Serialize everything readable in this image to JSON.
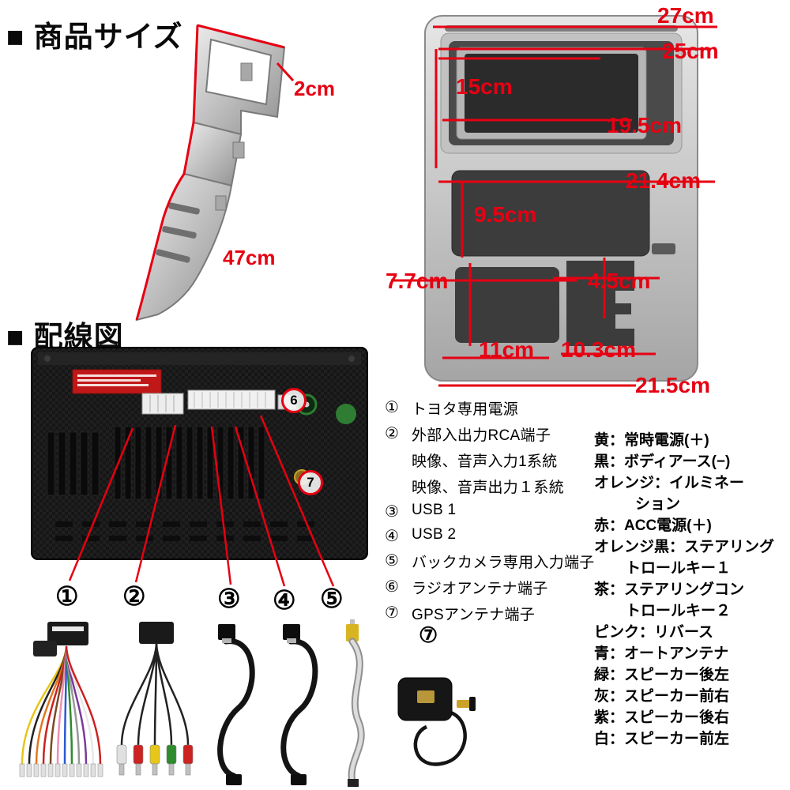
{
  "colors": {
    "accent_red": "#e60012",
    "panel_silver": "#c9c9c9"
  },
  "sections": {
    "size_title": "■ 商品サイズ",
    "wiring_title": "■ 配線図"
  },
  "side_dims": {
    "edge": "2cm",
    "length": "47cm"
  },
  "front_dims": {
    "outer_width": "27cm",
    "inner_width": "25cm",
    "screen_width": "15cm",
    "screen_diag": "19.5cm",
    "mid_width": "21.4cm",
    "mid_height": "9.5cm",
    "lower_left_height": "7.7cm",
    "shift_height": "4.5cm",
    "lower_left_width": "11cm",
    "shift_width": "10.3cm",
    "bottom_width": "21.5cm"
  },
  "wiring_callouts": [
    "①",
    "②",
    "③",
    "④",
    "⑤"
  ],
  "wiring_badges": {
    "b6": "6",
    "b7": "7"
  },
  "wiring_list": [
    {
      "num": "①",
      "text": "トヨタ専用電源"
    },
    {
      "num": "②",
      "text": "外部入出力RCA端子"
    },
    {
      "num": "",
      "text": "映像、音声入力1系統"
    },
    {
      "num": "",
      "text": "映像、音声出力１系統"
    },
    {
      "num": "③",
      "text": "USB 1"
    },
    {
      "num": "④",
      "text": "USB 2"
    },
    {
      "num": "⑤",
      "text": "バックカメラ専用入力端子"
    },
    {
      "num": "⑥",
      "text": "ラジオアンテナ端子"
    },
    {
      "num": "⑦",
      "text": "GPSアンテナ端子"
    }
  ],
  "gps_photo_label": "⑦",
  "color_legend": [
    "黄：常時電源(＋)",
    "黒：ボディアース(−)",
    "オレンジ：イルミネー",
    "ション",
    "赤：ACC電源(＋)",
    "オレンジ黒：ステアリング",
    "トロールキー１",
    "茶：ステアリングコン",
    "トロールキー２",
    "ピンク：リバース",
    "青：オートアンテナ",
    "緑：スピーカー後左",
    "灰：スピーカー前右",
    "紫：スピーカー後右",
    "白：スピーカー前左"
  ]
}
